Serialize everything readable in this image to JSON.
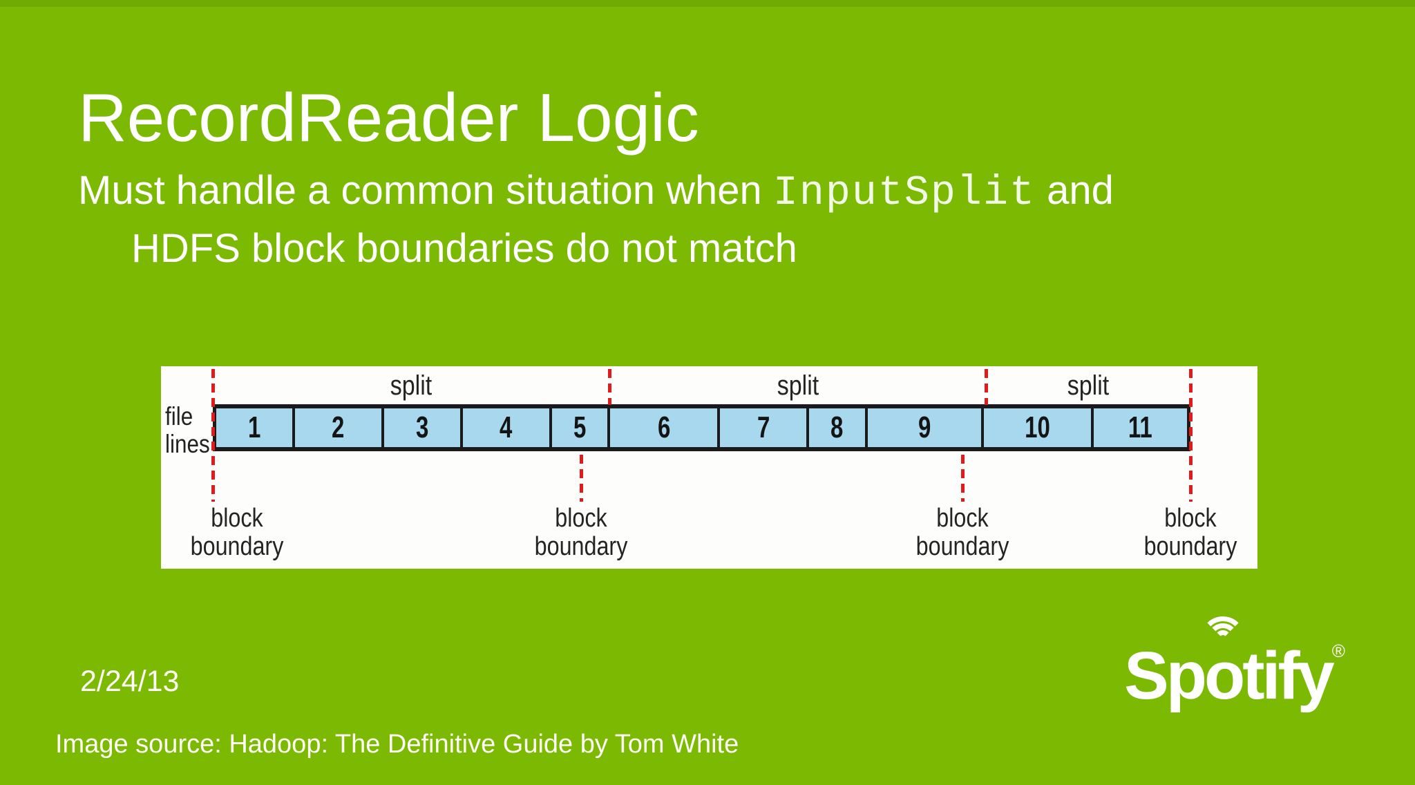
{
  "slide": {
    "title": "RecordReader Logic",
    "body": {
      "line1_prefix": "Must handle a common situation when ",
      "code": "InputSplit",
      "line1_suffix": " and",
      "line2": "HDFS block boundaries do not match"
    },
    "date": "2/24/13",
    "image_source": "Image source:  Hadoop: The Definitive Guide by Tom White",
    "logo": {
      "text_pre": "Sp",
      "text_o": "o",
      "text_post": "tify",
      "registered_mark": "®"
    },
    "colors": {
      "background_green": "#7cb903",
      "top_strip_green": "#71aa01",
      "text_white": "#ffffff"
    }
  },
  "diagram": {
    "file_lines_label": {
      "line1": "file",
      "line2": "lines"
    },
    "cells": [
      {
        "label": "1",
        "width_pct": 8.1
      },
      {
        "label": "2",
        "width_pct": 9.2
      },
      {
        "label": "3",
        "width_pct": 8.1
      },
      {
        "label": "4",
        "width_pct": 9.2
      },
      {
        "label": "5",
        "width_pct": 6.0
      },
      {
        "label": "6",
        "width_pct": 11.3
      },
      {
        "label": "7",
        "width_pct": 9.2
      },
      {
        "label": "8",
        "width_pct": 6.0
      },
      {
        "label": "9",
        "width_pct": 12.0
      },
      {
        "label": "10",
        "width_pct": 11.3
      },
      {
        "label": "11",
        "width_pct": 9.6
      }
    ],
    "splits": [
      {
        "label": "split",
        "start_pct": 0,
        "end_pct": 40.6
      },
      {
        "label": "split",
        "start_pct": 40.6,
        "end_pct": 79.1
      },
      {
        "label": "split",
        "start_pct": 79.1,
        "end_pct": 100
      }
    ],
    "split_boundaries_pct": [
      0,
      40.6,
      79.1,
      100
    ],
    "block_boundaries": [
      {
        "pos_pct": 0,
        "label_center_pct": 2.5,
        "label_line1": "block",
        "label_line2": "boundary"
      },
      {
        "pos_pct": 37.7,
        "label_center_pct": 37.7,
        "label_line1": "block",
        "label_line2": "boundary"
      },
      {
        "pos_pct": 76.7,
        "label_center_pct": 76.7,
        "label_line1": "block",
        "label_line2": "boundary"
      },
      {
        "pos_pct": 100,
        "label_center_pct": 100,
        "label_line1": "block",
        "label_line2": "boundary"
      }
    ],
    "colors": {
      "panel_background": "#fdfdfc",
      "cell_blue": "#a8d8ee",
      "boundary_red": "#e01b1b",
      "line_black": "#1a1a1a"
    }
  }
}
